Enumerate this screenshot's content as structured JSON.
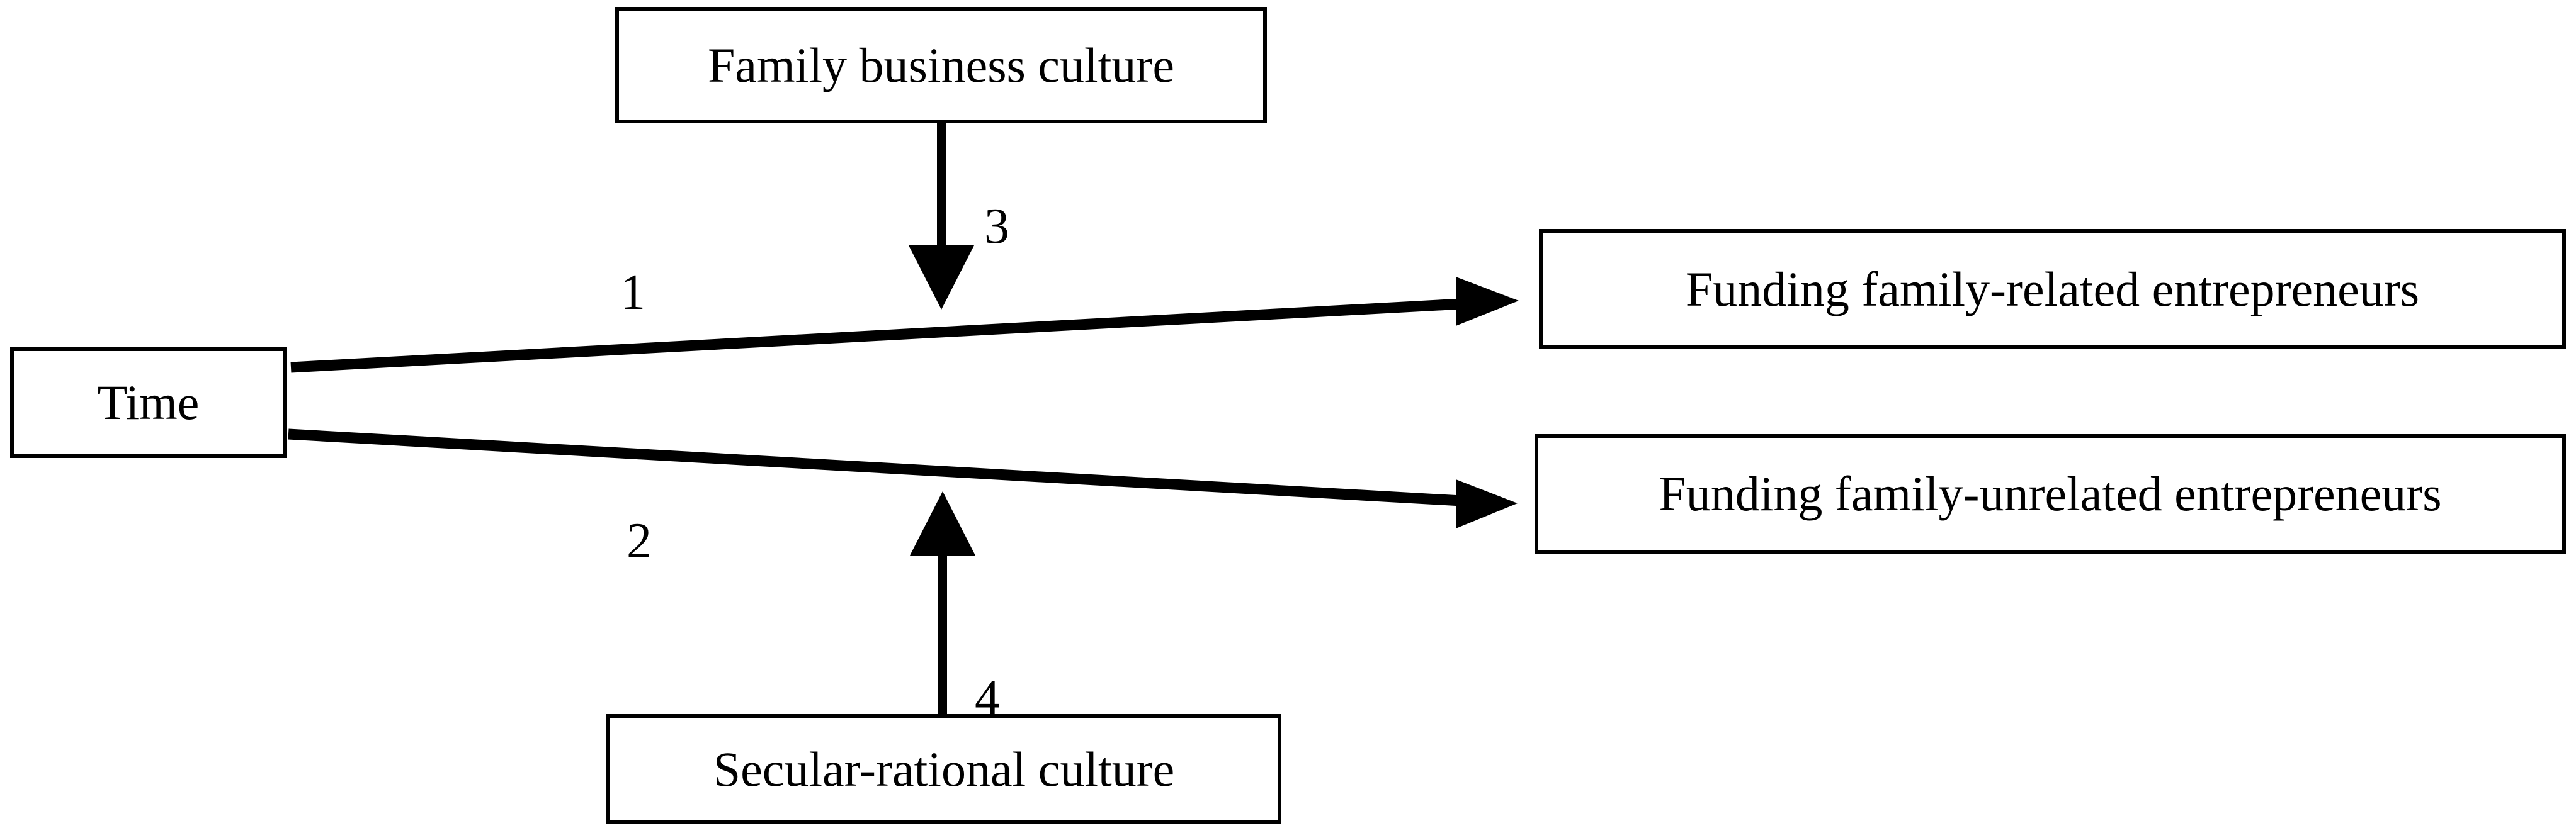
{
  "diagram": {
    "title": "Time, culture and funding of entrepreneurs conceptual model",
    "background_color": "#ffffff",
    "stroke_color": "#000000",
    "text_color": "#000000",
    "nodes": [
      {
        "id": "time",
        "label": "Time"
      },
      {
        "id": "family",
        "label": "Family business culture"
      },
      {
        "id": "secular",
        "label": "Secular-rational culture"
      },
      {
        "id": "related",
        "label": "Funding family-related entrepreneurs"
      },
      {
        "id": "unrelated",
        "label": "Funding family-unrelated entrepreneurs"
      }
    ],
    "edges": [
      {
        "id": "edge-1",
        "label": "1",
        "from": "time",
        "to": "related",
        "direction": "right",
        "style": "solid-arrow"
      },
      {
        "id": "edge-2",
        "label": "2",
        "from": "time",
        "to": "unrelated",
        "direction": "right",
        "style": "solid-arrow"
      },
      {
        "id": "edge-3",
        "label": "3",
        "from": "family",
        "to": "edge-1",
        "direction": "down",
        "style": "solid-arrow"
      },
      {
        "id": "edge-4",
        "label": "4",
        "from": "secular",
        "to": "edge-2",
        "direction": "up",
        "style": "solid-arrow"
      }
    ]
  }
}
